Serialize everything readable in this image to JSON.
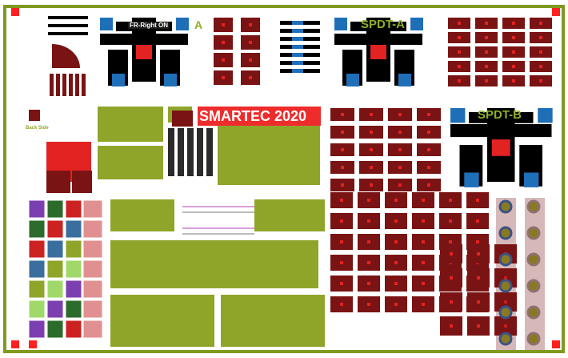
{
  "labels": {
    "fr_right_on": "FR-Right  ON",
    "fr_suffix": "A",
    "spdt_a": "SPDT-A",
    "spdt_b": "SPDT-B",
    "smartec": "SMARTEC 2020",
    "back_side": "Back Side"
  },
  "colors": {
    "frame": "#7f9a1f",
    "maroon": "#7a1313",
    "red": "#e32222",
    "green_board": "#8fa52a",
    "blue_pad": "#1f6fb8",
    "black": "#000000",
    "corner": "#ff2020"
  }
}
